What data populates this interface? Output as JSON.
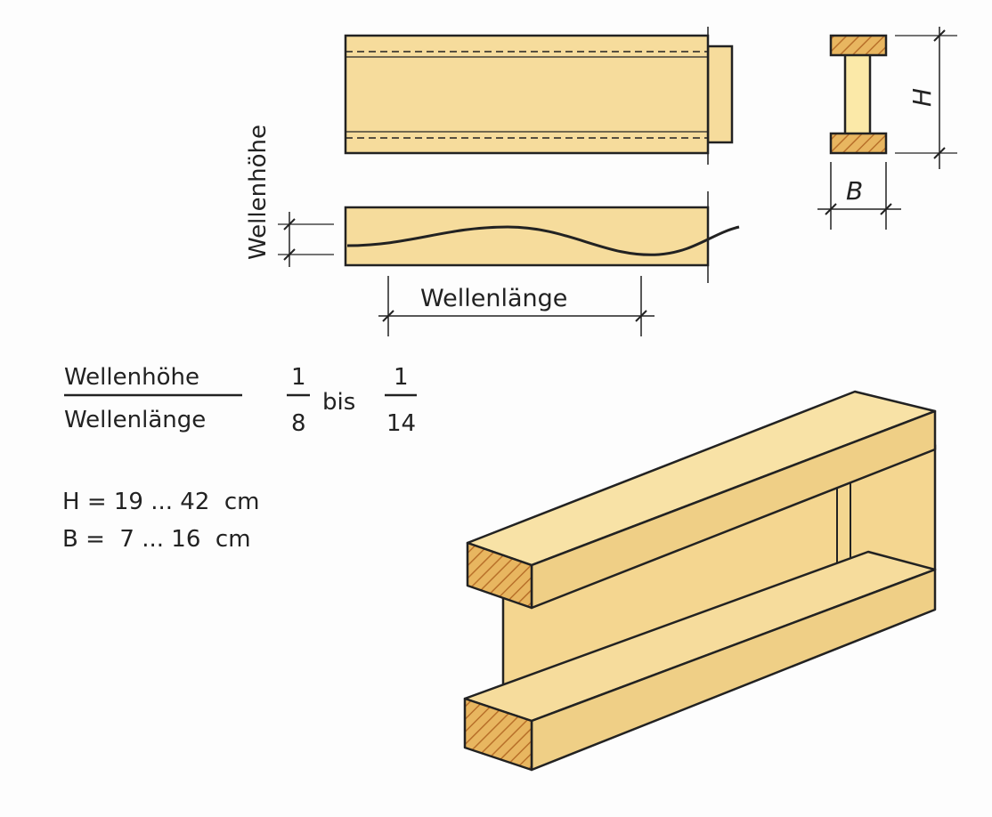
{
  "labels": {
    "wave_height": "Wellenhöhe",
    "wave_length": "Wellenlänge",
    "dim_h": "H",
    "dim_b": "B"
  },
  "formula": {
    "numerator": "Wellenhöhe",
    "denominator": "Wellenlänge",
    "ratio_from_num": "1",
    "ratio_from_den": "8",
    "ratio_word": "bis",
    "ratio_to_num": "1",
    "ratio_to_den": "14"
  },
  "dimensions": {
    "h_range": "H = 19 ... 42  cm",
    "b_range": "B =  7 ... 16  cm"
  },
  "colors": {
    "wood": "#f6dc9c",
    "wood_side": "#efcf86",
    "hatch": "#c98a3a",
    "line": "#222222"
  }
}
